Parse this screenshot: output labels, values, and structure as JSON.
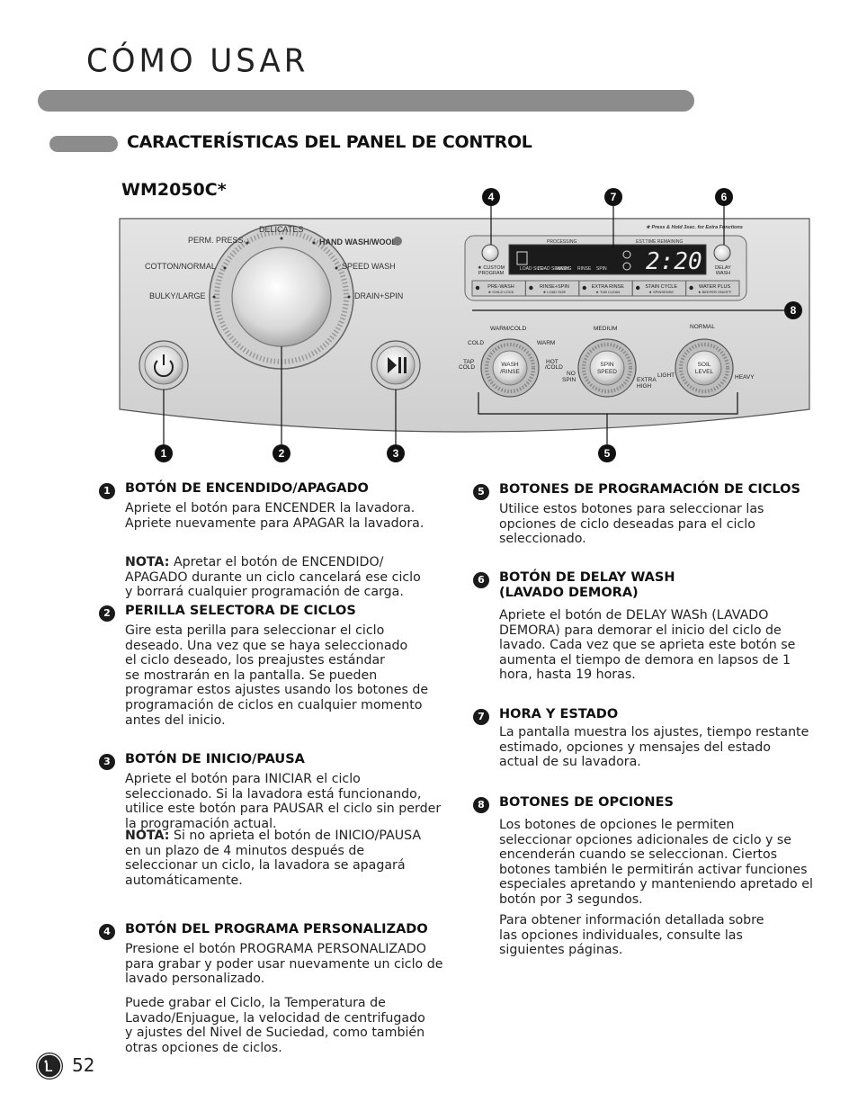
{
  "page": {
    "title": "CÓMO USAR",
    "section_heading": "CARACTERÍSTICAS DEL PANEL DE CONTROL",
    "model": "WM2050C*",
    "page_number": "52"
  },
  "panel": {
    "cycle_labels": {
      "delicates": "DELICATES",
      "perm_press": "PERM. PRESS",
      "hand_wash": "HAND WASH/WOOL",
      "cotton": "COTTON/NORMAL",
      "speed_wash": "SPEED WASH",
      "bulky": "BULKY/LARGE",
      "drain_spin": "DRAIN+SPIN"
    },
    "hold_note": "★ Press & Hold 3sec. for Extra Functions",
    "custom_program": "★ CUSTOM\nPROGRAM",
    "delay_wash": "DELAY\nWASH",
    "processing": "PROCESSING",
    "est_time": "EST.TIME REMAINING",
    "display_time": "2:20",
    "display_steps": [
      "LOAD SIZE",
      "LOAD SENSING",
      "WASH",
      "RINSE",
      "SPIN"
    ],
    "options": [
      {
        "label": "PRE-WASH",
        "sub": "★ CHILD LOCK"
      },
      {
        "label": "RINSE+SPIN",
        "sub": "★ LOAD SIZE"
      },
      {
        "label": "EXTRA RINSE",
        "sub": "★ TUB CLEAN"
      },
      {
        "label": "STAIN CYCLE",
        "sub": "★ SPINSENSE"
      },
      {
        "label": "WATER PLUS",
        "sub": "★ BEEPER ON/OFF"
      }
    ],
    "temp_knob": {
      "label": "WASH\n/RINSE",
      "opts": [
        "WARM/COLD",
        "COLD",
        "WARM",
        "TAP\nCOLD",
        "HOT\n/COLD"
      ]
    },
    "spin_knob": {
      "label": "SPIN\nSPEED",
      "opts": [
        "MEDIUM",
        "NO\nSPIN",
        "EXTRA\nHIGH"
      ]
    },
    "soil_knob": {
      "label": "SOIL\nLEVEL",
      "opts": [
        "NORMAL",
        "LIGHT",
        "HEAVY"
      ]
    },
    "callouts": [
      "1",
      "2",
      "3",
      "4",
      "5",
      "6",
      "7",
      "8"
    ]
  },
  "items": [
    {
      "n": "1",
      "head": "BOTÓN DE ENCENDIDO/APAGADO",
      "body": "Apriete el botón para ENCENDER la lavadora.\nApriete nuevamente para APAGAR la lavadora.",
      "note_label": "NOTA:",
      "note": " Apretar el botón de ENCENDIDO/\nAPAGADO durante un ciclo cancelará ese ciclo\ny borrará cualquier programación de carga."
    },
    {
      "n": "2",
      "head": "PERILLA SELECTORA DE CICLOS",
      "body": "Gire esta perilla para seleccionar el ciclo\ndeseado. Una vez que se haya seleccionado\nel ciclo deseado, los preajustes estándar\nse mostrarán en la pantalla. Se pueden\nprogramar estos ajustes usando los botones de\nprogramación de ciclos en cualquier momento\nantes del inicio."
    },
    {
      "n": "3",
      "head": "BOTÓN DE INICIO/PAUSA",
      "body": "Apriete el botón para INICIAR el ciclo\nseleccionado. Si la lavadora está funcionando,\nutilice este botón para PAUSAR el ciclo sin perder\nla programación actual.",
      "note_label": "NOTA:",
      "note": " Si no aprieta el botón de INICIO/PAUSA\nen un plazo de 4 minutos después de\nseleccionar un ciclo, la lavadora se apagará\nautomáticamente."
    },
    {
      "n": "4",
      "head": "BOTÓN DEL PROGRAMA PERSONALIZADO",
      "body": "Presione el botón PROGRAMA PERSONALIZADO\npara grabar y poder usar nuevamente un ciclo de\nlavado personalizado.",
      "body2": "Puede grabar el Ciclo, la Temperatura de\nLavado/Enjuague, la velocidad de centrifugado\ny ajustes del Nivel de Suciedad, como también\notras opciones de ciclos."
    },
    {
      "n": "5",
      "head": "BOTONES DE PROGRAMACIÓN DE CICLOS",
      "body": "Utilice estos botones para seleccionar las\nopciones de ciclo deseadas para el ciclo\nseleccionado."
    },
    {
      "n": "6",
      "head": "BOTÓN DE DELAY WASH\n(LAVADO DEMORA)",
      "body": "Apriete el botón de DELAY WASh (LAVADO\nDEMORA) para demorar el inicio del ciclo de\nlavado. Cada vez que se aprieta este botón se\naumenta el tiempo de demora en lapsos de 1\nhora, hasta 19 horas."
    },
    {
      "n": "7",
      "head": "HORA Y ESTADO",
      "body": "La pantalla muestra los ajustes, tiempo restante\nestimado, opciones y mensajes del estado\nactual de su lavadora."
    },
    {
      "n": "8",
      "head": "BOTONES DE OPCIONES",
      "body": "Los botones de opciones le permiten\nseleccionar opciones adicionales de ciclo y se\nencenderán cuando se seleccionan. Ciertos\nbotones también le permitirán activar funciones\nespeciales apretando y manteniendo apretado el\nbotón por 3 segundos.",
      "body2": "Para obtener información detallada sobre\nlas opciones individuales, consulte las\nsiguientes páginas."
    }
  ]
}
